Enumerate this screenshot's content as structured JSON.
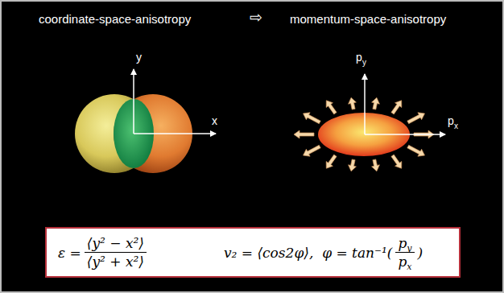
{
  "diagram": {
    "nodes": [
      {
        "text": [
          "ε =",
          "⟨y² − x²⟩",
          "⟨y² + x²⟩",
          "v₂ = ⟨cos2φ⟩,  φ = tan⁻¹(",
          "p",
          "y",
          "p",
          "x",
          ")"
        ]
      }
    ],
    "labels": [
      "coordinate-space-anisotropy",
      "⇨",
      "momentum-space-anisotropy",
      "y",
      "x",
      "p",
      "y",
      "p",
      "x"
    ]
  }
}
